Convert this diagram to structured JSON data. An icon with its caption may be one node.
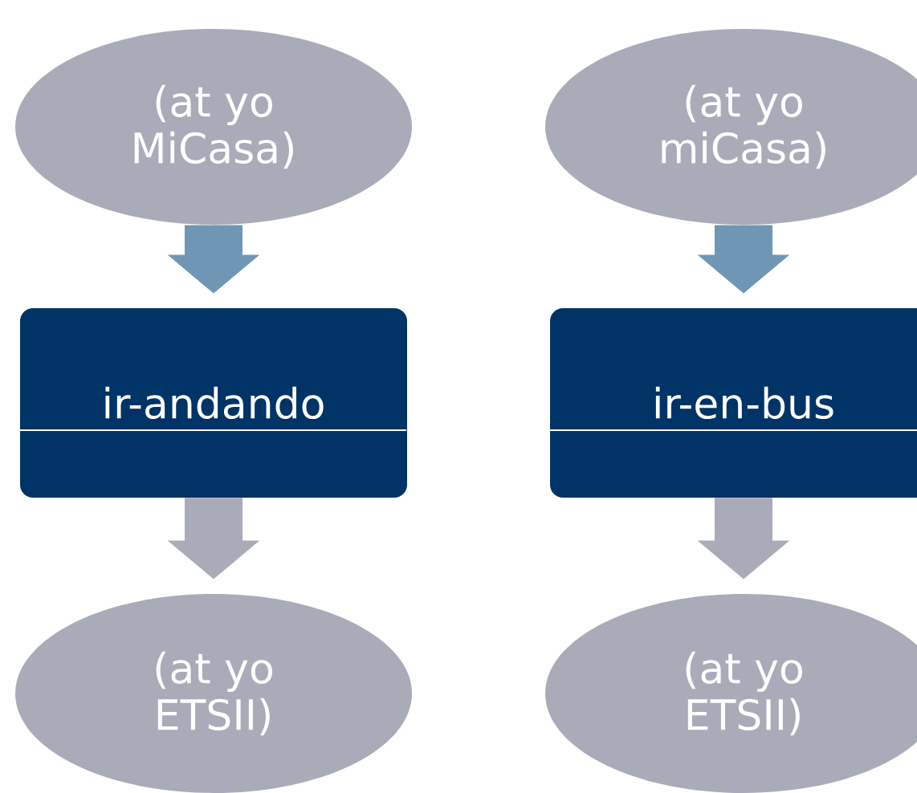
{
  "diagram": {
    "nodes": [
      {
        "text": [
          "(at yo MiCasa)"
        ]
      },
      {
        "text": [
          "ir-andando"
        ]
      },
      {
        "text": [
          "(at yo ETSII)"
        ]
      },
      {
        "text": [
          "(at yo miCasa)"
        ]
      },
      {
        "text": [
          "ir-en-bus"
        ]
      },
      {
        "text": [
          "(at yo ETSII)"
        ]
      }
    ],
    "edges": [
      {
        "from": 0,
        "to": 1,
        "arrow": "to",
        "color": "#6f97b5"
      },
      {
        "from": 1,
        "to": 2,
        "arrow": "to",
        "color": "#a9abb9"
      },
      {
        "from": 3,
        "to": 4,
        "arrow": "to",
        "color": "#6f97b5"
      },
      {
        "from": 4,
        "to": 5,
        "arrow": "to",
        "color": "#a9abb9"
      }
    ]
  }
}
